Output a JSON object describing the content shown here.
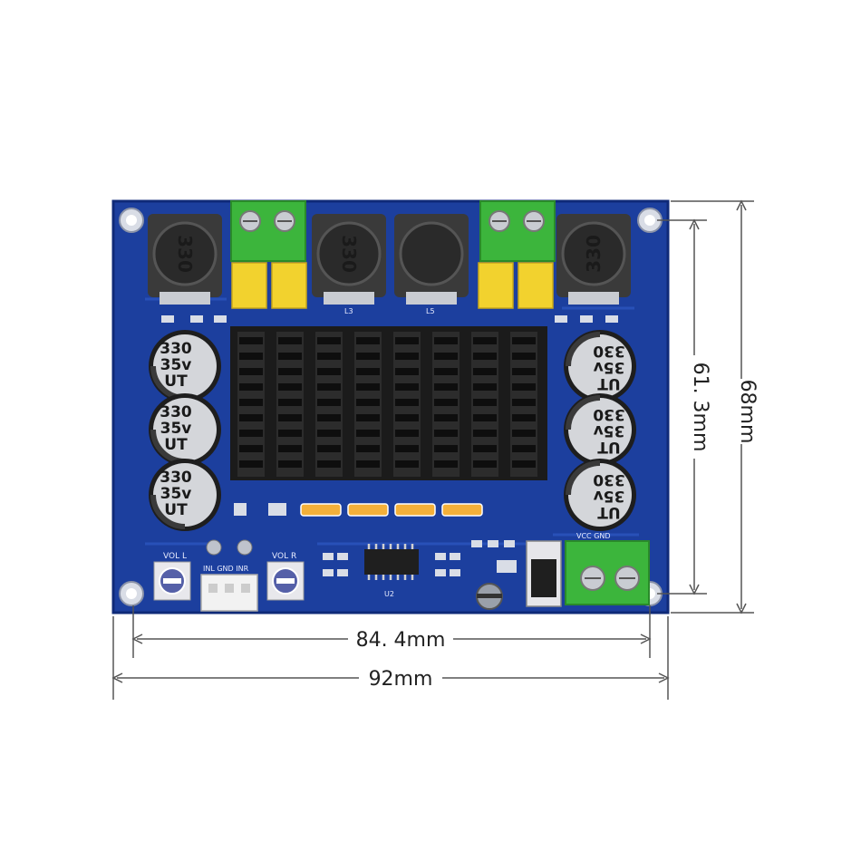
{
  "dimensions": {
    "board_height": "68mm",
    "hole_spacing_vertical": "61. 3mm",
    "hole_spacing_horizontal": "84. 4mm",
    "board_width": "92mm"
  },
  "capacitors": {
    "left": [
      {
        "lines": [
          "330",
          "35v",
          "UT"
        ]
      },
      {
        "lines": [
          "330",
          "35v",
          "UT"
        ]
      },
      {
        "lines": [
          "330",
          "35v",
          "UT"
        ]
      }
    ],
    "right": [
      {
        "lines": [
          "UT",
          "35v",
          "330"
        ]
      },
      {
        "lines": [
          "UT",
          "35v",
          "330"
        ]
      },
      {
        "lines": [
          "UT",
          "35v",
          "330"
        ]
      }
    ]
  },
  "inductors": {
    "left_label": "330",
    "center_left_label": "330",
    "right_label": "330"
  },
  "silkscreen": {
    "vol_l": "VOL L",
    "vol_r": "VOL R",
    "input_pins": "INL GND INR",
    "power": "VCC GND",
    "chip": "U2",
    "inductor_l3": "L3",
    "inductor_l5": "L5"
  },
  "colors": {
    "pcb": "#1c3f9e",
    "pcb_edge": "#0f2a78",
    "terminal": "#3cb53c",
    "film_cap": "#f2d22e",
    "heatsink": "#1b1b1b"
  }
}
